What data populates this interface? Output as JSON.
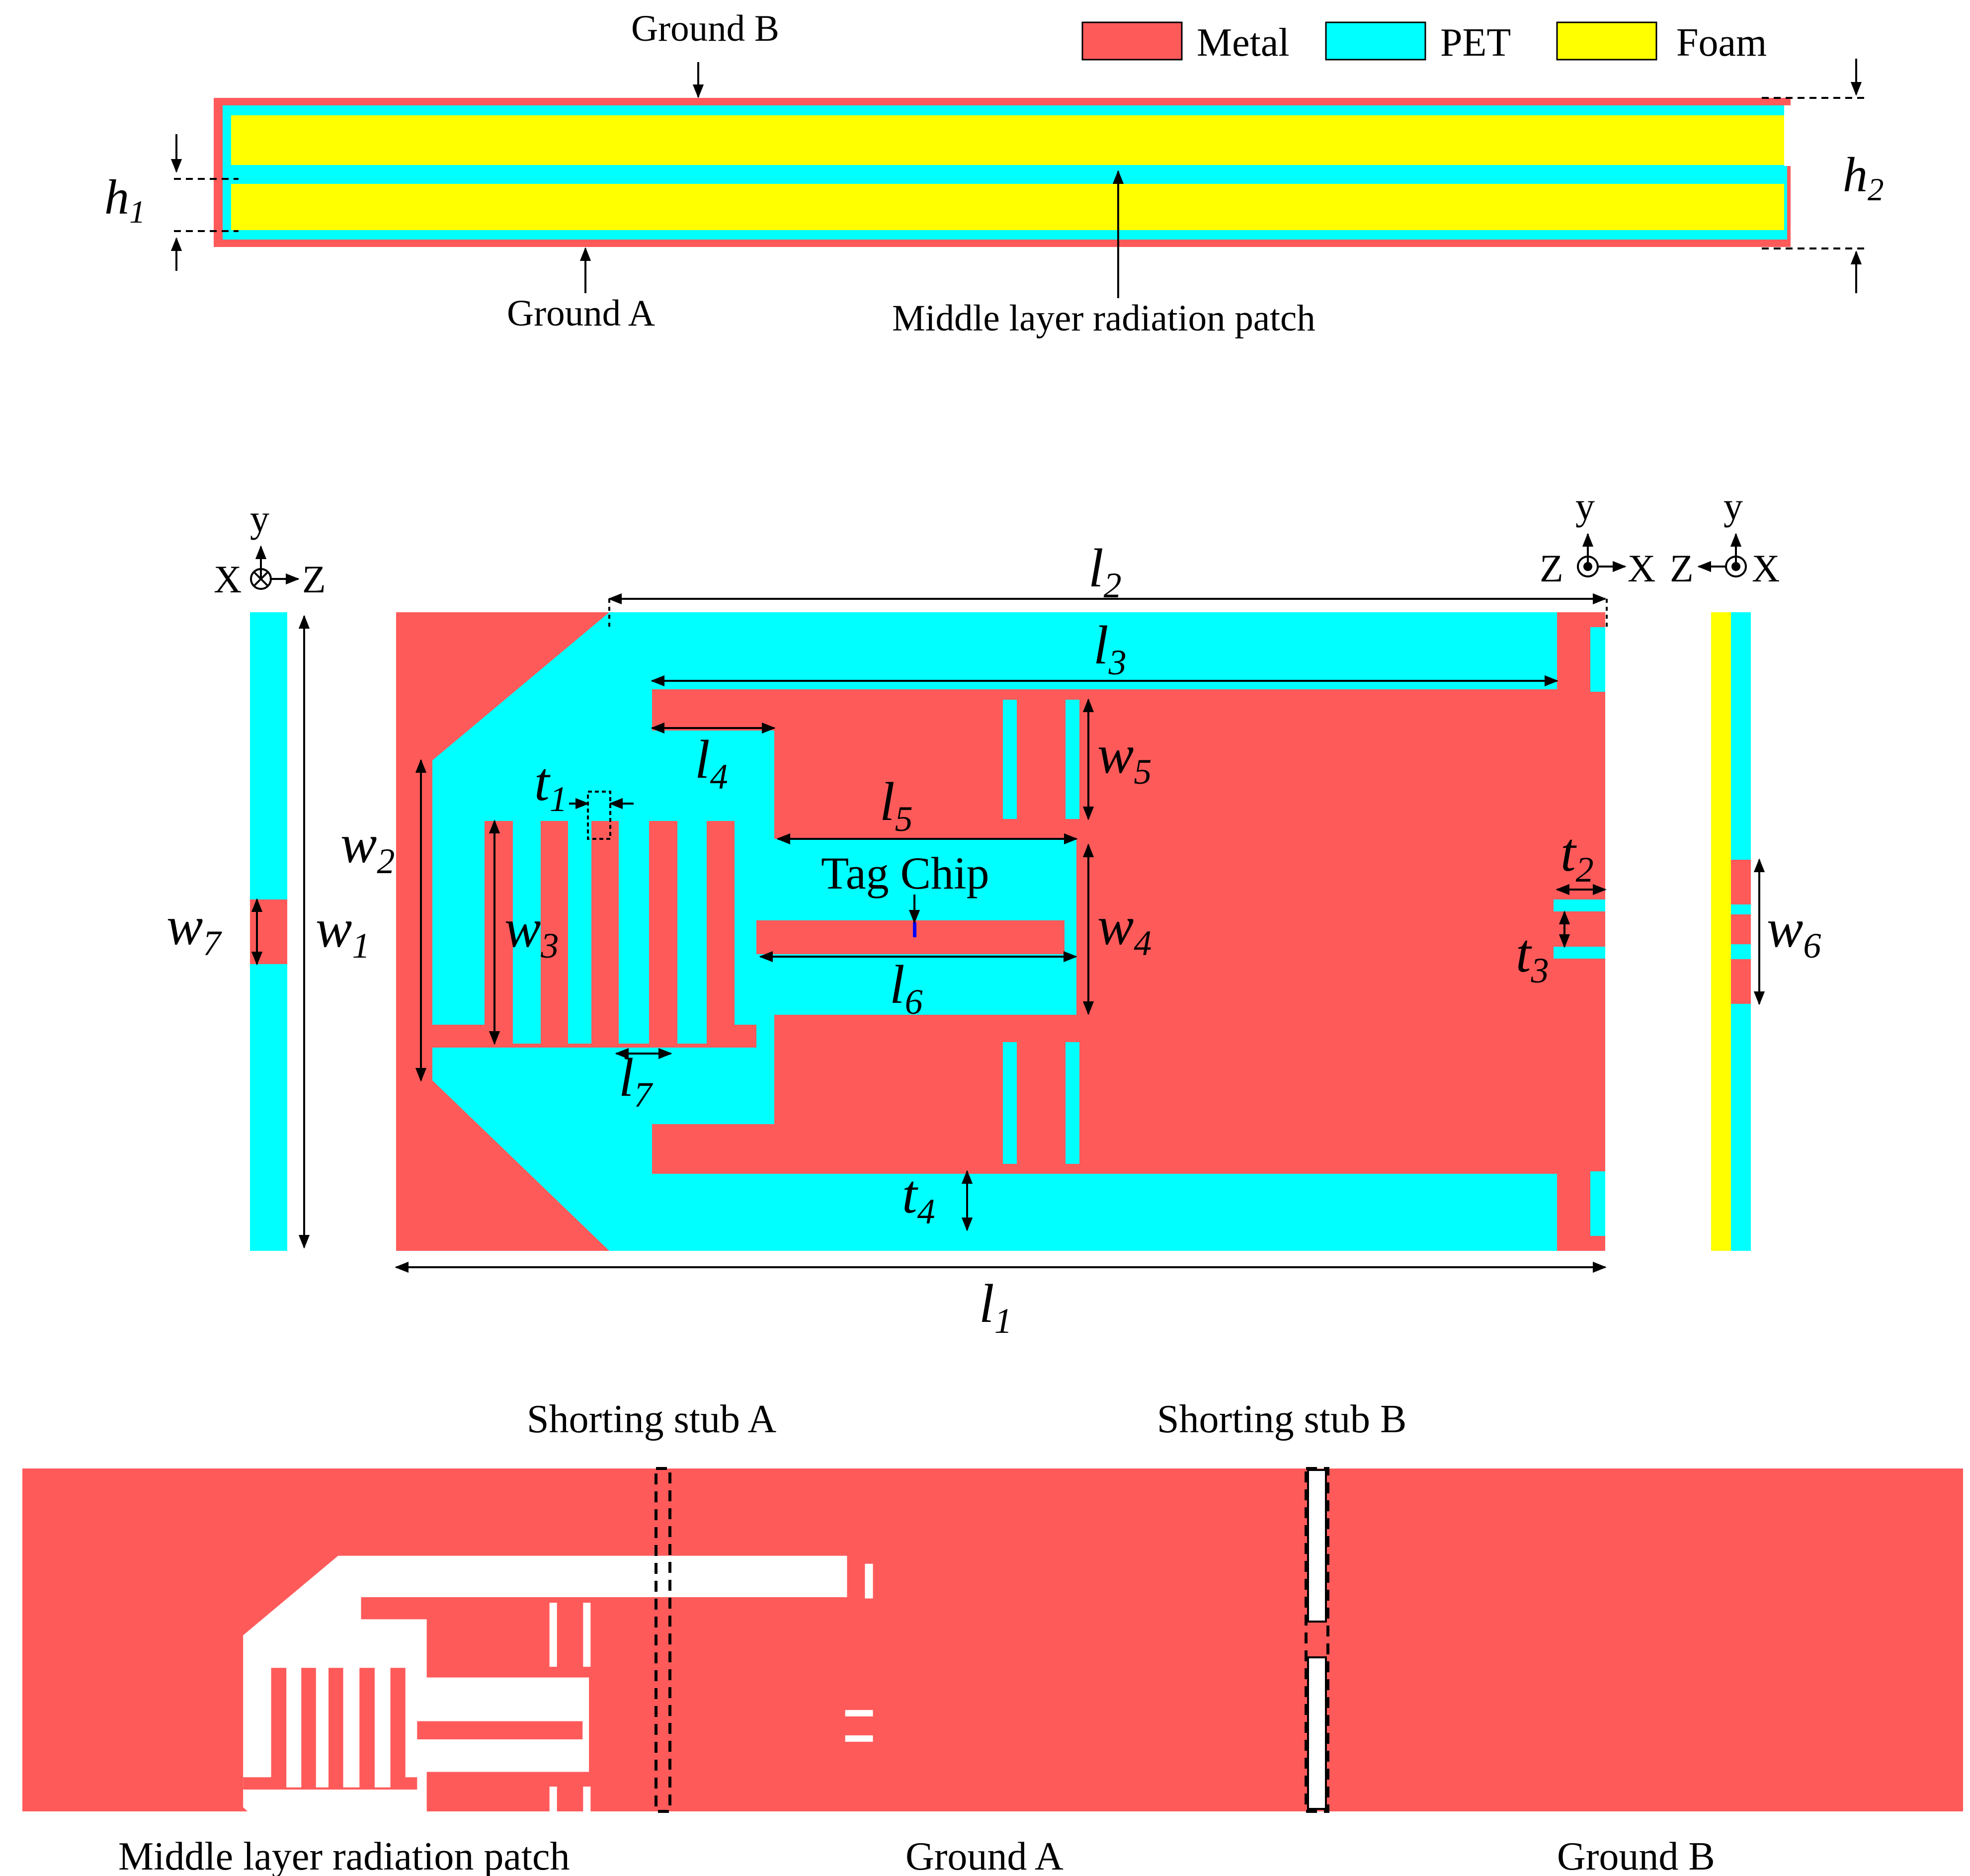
{
  "colors": {
    "metal": "#ff5a5a",
    "pet": "#00ffff",
    "foam": "#ffff00",
    "line": "#000000",
    "gap": "#ffffff"
  },
  "legend": [
    {
      "key": "metal",
      "label": "Metal"
    },
    {
      "key": "pet",
      "label": "PET"
    },
    {
      "key": "foam",
      "label": "Foam"
    }
  ],
  "cross_section": {
    "ground_b": "Ground B",
    "ground_a": "Ground A",
    "middle_patch": "Middle layer radiation patch",
    "h1": {
      "base": "h",
      "sub": "1"
    },
    "h2": {
      "base": "h",
      "sub": "2"
    }
  },
  "top_view": {
    "axes_left": {
      "y": "y",
      "x": "X",
      "z": "Z"
    },
    "axes_mid": {
      "y": "y",
      "z": "Z",
      "x": "X"
    },
    "axes_right": {
      "y": "y",
      "z": "Z",
      "x": "X"
    },
    "tag_chip": "Tag Chip",
    "dims": {
      "l1": {
        "base": "l",
        "sub": "1"
      },
      "l2": {
        "base": "l",
        "sub": "2"
      },
      "l3": {
        "base": "l",
        "sub": "3"
      },
      "l4": {
        "base": "l",
        "sub": "4"
      },
      "l5": {
        "base": "l",
        "sub": "5"
      },
      "l6": {
        "base": "l",
        "sub": "6"
      },
      "l7": {
        "base": "l",
        "sub": "7"
      },
      "w1": {
        "base": "w",
        "sub": "1"
      },
      "w2": {
        "base": "w",
        "sub": "2"
      },
      "w3": {
        "base": "w",
        "sub": "3"
      },
      "w4": {
        "base": "w",
        "sub": "4"
      },
      "w5": {
        "base": "w",
        "sub": "5"
      },
      "w6": {
        "base": "w",
        "sub": "6"
      },
      "w7": {
        "base": "w",
        "sub": "7"
      },
      "t1": {
        "base": "t",
        "sub": "1"
      },
      "t2": {
        "base": "t",
        "sub": "2"
      },
      "t3": {
        "base": "t",
        "sub": "3"
      },
      "t4": {
        "base": "t",
        "sub": "4"
      }
    }
  },
  "unfolded": {
    "stub_a": "Shorting stub A",
    "stub_b": "Shorting stub B",
    "patch_label": "Middle layer radiation patch",
    "ground_a": "Ground A",
    "ground_b": "Ground B"
  }
}
